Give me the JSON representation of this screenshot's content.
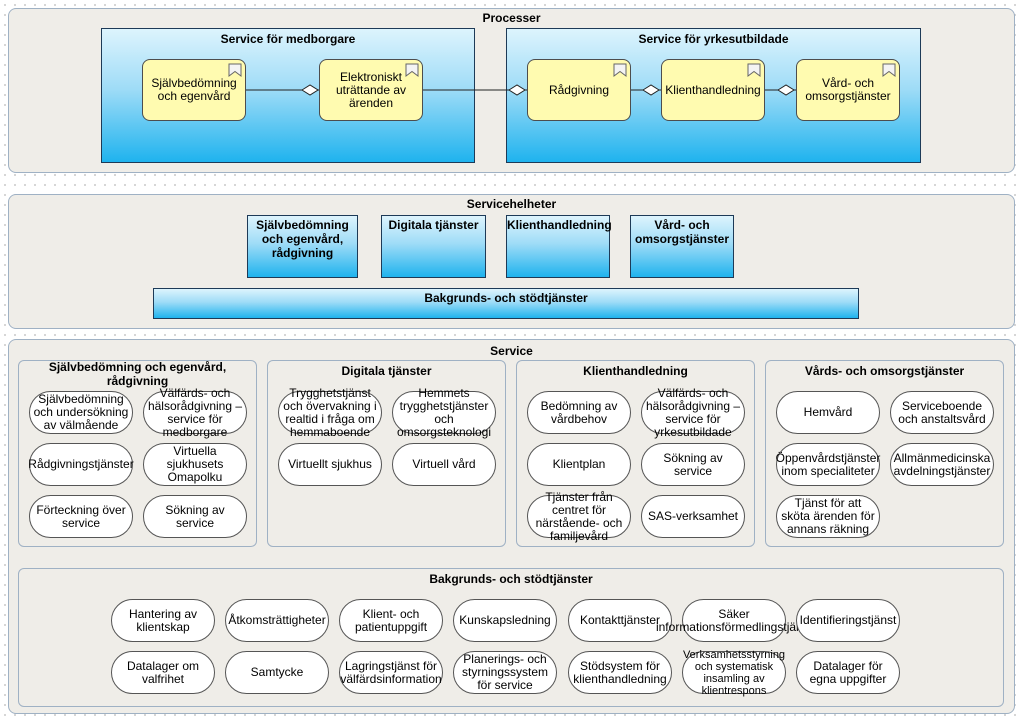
{
  "processes": {
    "title": "Processer",
    "citizen_group": {
      "title": "Service för medborgare",
      "items": [
        "Självbedömning och egenvård",
        "Elektroniskt uträttande av ärenden"
      ]
    },
    "professional_group": {
      "title": "Service för yrkesutbildade",
      "items": [
        "Rådgivning",
        "Klienthandledning",
        "Vård- och omsorgstjänster"
      ]
    }
  },
  "service_entities": {
    "title": "Servicehelheter",
    "items": [
      "Självbedömning och egenvård, rådgivning",
      "Digitala tjänster",
      "Klienthandledning",
      "Vård- och omsorgstjänster"
    ],
    "background_bar": "Bakgrunds- och stödtjänster"
  },
  "service": {
    "title": "Service",
    "columns": [
      {
        "title": "Självbedömning och egenvård, rådgivning",
        "items": [
          "Självbedömning och undersökning av välmående",
          "Välfärds- och hälsorådgivning – service för medborgare",
          "Rådgivningstjänster",
          "Virtuella sjukhusets Omapolku",
          "Förteckning över service",
          "Sökning av service"
        ]
      },
      {
        "title": "Digitala tjänster",
        "items": [
          "Trygghetstjänst och övervakning i realtid i fråga om hemmaboende",
          "Hemmets trygghetstjänster och omsorgsteknologi",
          "Virtuellt sjukhus",
          "Virtuell vård"
        ]
      },
      {
        "title": "Klienthandledning",
        "items": [
          "Bedömning av vårdbehov",
          "Välfärds- och hälsorådgivning – service för yrkesutbildade",
          "Klientplan",
          "Sökning av service",
          "Tjänster från centret för närstående- och familjevård",
          "SAS-verksamhet"
        ]
      },
      {
        "title": "Vårds- och omsorgstjänster",
        "items": [
          "Hemvård",
          "Serviceboende och anstaltsvård",
          "Öppenvårdstjänster inom specialiteter",
          "Allmänmedicinska avdelningstjänster",
          "Tjänst för att sköta ärenden för annans räkning"
        ]
      }
    ],
    "background": {
      "title": "Bakgrunds- och stödtjänster",
      "items": [
        "Hantering av klientskap",
        "Åtkomsträttigheter",
        "Klient- och patientuppgift",
        "Kunskapsledning",
        "Kontakttjänster",
        "Säker informationsförmedlingstjänst",
        "Identifieringstjänst",
        "Datalager om valfrihet",
        "Samtycke",
        "Lagringstjänst för välfärdsinformation",
        "Planerings- och styrningssystem för service",
        "Stödsystem för klienthandledning",
        "Verksamhetsstyrning och systematisk insamling av klientrespons",
        "Datalager för egna uppgifter"
      ]
    }
  }
}
